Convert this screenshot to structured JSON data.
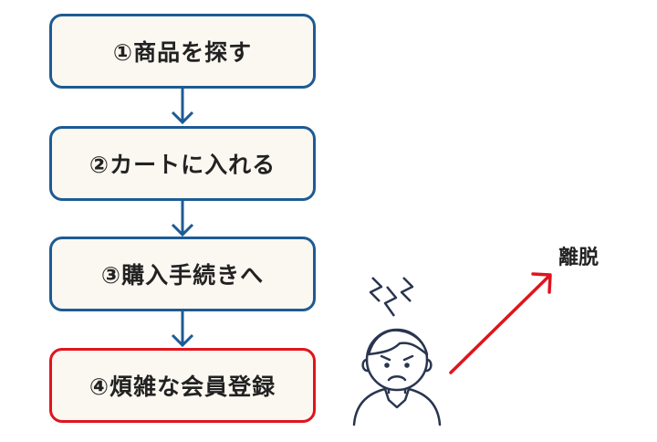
{
  "flow": {
    "steps": [
      {
        "label": "①商品を探す"
      },
      {
        "label": "②カートに入れる"
      },
      {
        "label": "③購入手続きへ"
      },
      {
        "label": "④煩雑な会員登録"
      }
    ]
  },
  "outcome": {
    "label": "離脱"
  },
  "colors": {
    "step_border": "#1d5b93",
    "step_fill": "#fbf8f1",
    "alert_border": "#e0141e",
    "connector": "#1d5b93",
    "exit_arrow": "#e0141e",
    "person_line": "#2a3550"
  },
  "icons": {
    "connector": "arrow-down-icon",
    "person": "frustrated-person-icon",
    "stress": "stress-lines-icon",
    "exit": "arrow-up-right-icon"
  }
}
